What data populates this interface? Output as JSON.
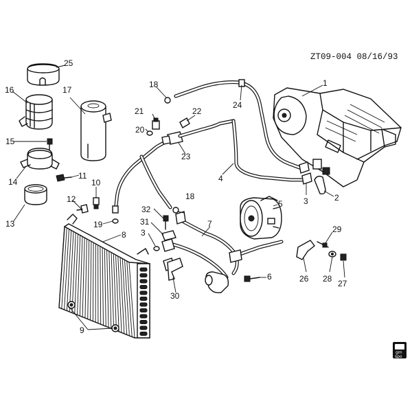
{
  "header": {
    "drawing_id": "ZT09-004 08/16/93"
  },
  "callouts": [
    {
      "id": "c1",
      "label": "1"
    },
    {
      "id": "c2",
      "label": "2"
    },
    {
      "id": "c3a",
      "label": "3"
    },
    {
      "id": "c3b",
      "label": "3"
    },
    {
      "id": "c4",
      "label": "4"
    },
    {
      "id": "c5",
      "label": "5"
    },
    {
      "id": "c6",
      "label": "6"
    },
    {
      "id": "c7",
      "label": "7"
    },
    {
      "id": "c8",
      "label": "8"
    },
    {
      "id": "c9",
      "label": "9"
    },
    {
      "id": "c10",
      "label": "10"
    },
    {
      "id": "c11",
      "label": "11"
    },
    {
      "id": "c12",
      "label": "12"
    },
    {
      "id": "c13",
      "label": "13"
    },
    {
      "id": "c14",
      "label": "14"
    },
    {
      "id": "c15",
      "label": "15"
    },
    {
      "id": "c16",
      "label": "16"
    },
    {
      "id": "c17",
      "label": "17"
    },
    {
      "id": "c18a",
      "label": "18"
    },
    {
      "id": "c18b",
      "label": "18"
    },
    {
      "id": "c19",
      "label": "19"
    },
    {
      "id": "c20",
      "label": "20"
    },
    {
      "id": "c21",
      "label": "21"
    },
    {
      "id": "c22",
      "label": "22"
    },
    {
      "id": "c23",
      "label": "23"
    },
    {
      "id": "c24",
      "label": "24"
    },
    {
      "id": "c25",
      "label": "25"
    },
    {
      "id": "c26",
      "label": "26"
    },
    {
      "id": "c27",
      "label": "27"
    },
    {
      "id": "c28",
      "label": "28"
    },
    {
      "id": "c29",
      "label": "29"
    },
    {
      "id": "c30",
      "label": "30"
    },
    {
      "id": "c31",
      "label": "31"
    },
    {
      "id": "c32",
      "label": "32"
    }
  ],
  "badge": {
    "line1": "gm",
    "line2": "spo"
  },
  "icons": [
    "gm-spo-logo-icon"
  ]
}
